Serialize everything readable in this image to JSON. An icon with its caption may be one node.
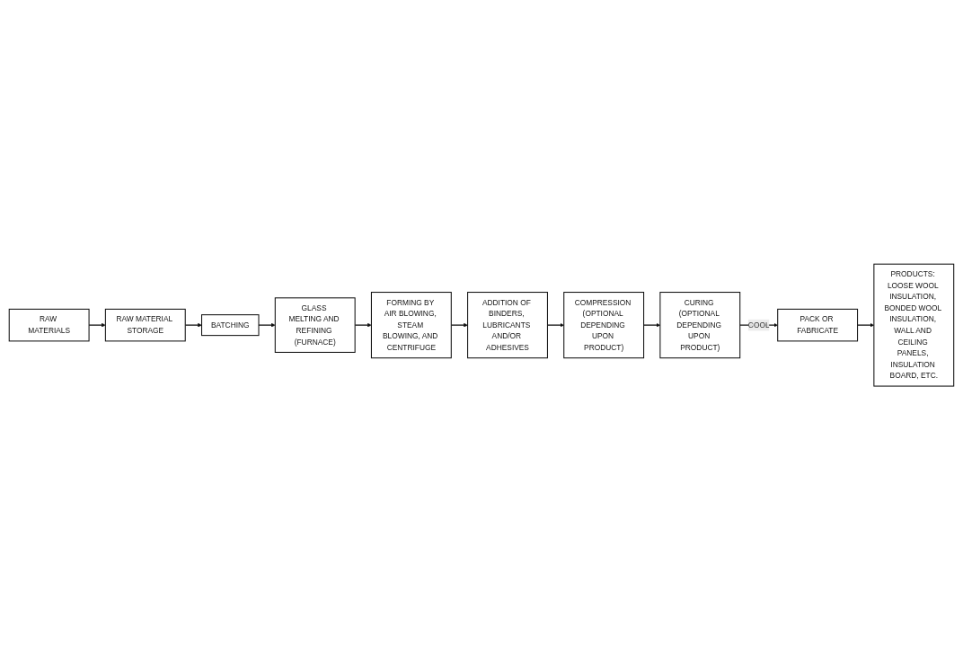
{
  "diagram": {
    "nodes": [
      {
        "text": [
          "RAW MATERIALS"
        ]
      },
      {
        "text": [
          "RAW MATERIAL STORAGE"
        ]
      },
      {
        "text": [
          "BATCHING"
        ]
      },
      {
        "text": [
          "GLASS MELTING AND REFINING (FURNACE)"
        ]
      },
      {
        "text": [
          "FORMING BY AIR BLOWING, STEAM BLOWING, AND CENTRIFUGE"
        ]
      },
      {
        "text": [
          "ADDITION OF BINDERS, LUBRICANTS AND/OR ADHESIVES"
        ]
      },
      {
        "text": [
          "COMPRESSION (OPTIONAL DEPENDING UPON PRODUCT)"
        ]
      },
      {
        "text": [
          "CURING (OPTIONAL DEPENDING UPON PRODUCT)"
        ]
      },
      {
        "text": [
          "PACK OR FABRICATE"
        ]
      },
      {
        "text": [
          "PRODUCTS: LOOSE WOOL INSULATION, BONDED WOOL INSULATION, WALL AND CEILING PANELS, INSULATION BOARD, ETC."
        ]
      }
    ],
    "edges": [
      {
        "from": 0,
        "to": 1,
        "arrow": "to"
      },
      {
        "from": 1,
        "to": 2,
        "arrow": "to"
      },
      {
        "from": 2,
        "to": 3,
        "arrow": "to"
      },
      {
        "from": 3,
        "to": 4,
        "arrow": "to"
      },
      {
        "from": 4,
        "to": 5,
        "arrow": "to"
      },
      {
        "from": 5,
        "to": 6,
        "arrow": "to"
      },
      {
        "from": 6,
        "to": 7,
        "arrow": "to"
      },
      {
        "from": 7,
        "to": 8,
        "arrow": "to",
        "label": "COOL"
      },
      {
        "from": 8,
        "to": 9,
        "arrow": "to"
      }
    ]
  }
}
